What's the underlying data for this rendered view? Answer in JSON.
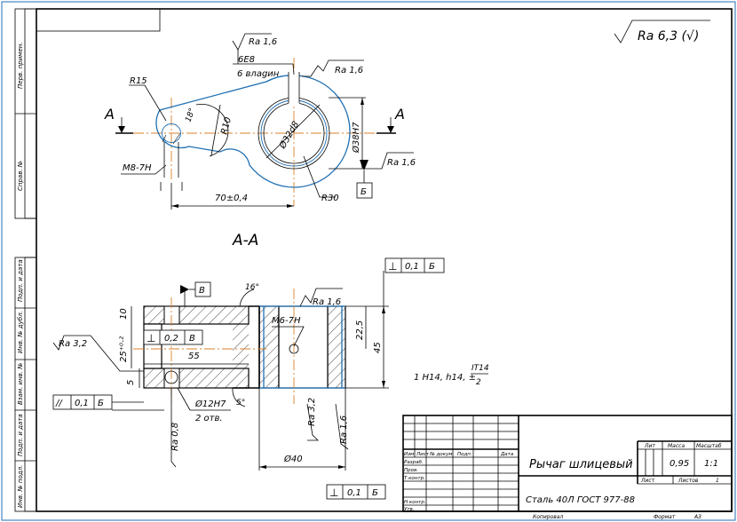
{
  "roughness": {
    "general": "Ra 6,3 (√)",
    "r1": "Ra 1,6",
    "r2": "Ra 1,6",
    "r3": "Ra 1,6",
    "r4": "Ra 3,2",
    "r5": "Ra 1,6",
    "r6": "Ra 3,2",
    "r7": "Ra 0,8",
    "r8": "Ra 1,6"
  },
  "spline": {
    "fit": "6E8",
    "slots": "6 влаgин"
  },
  "dims_top": {
    "r15": "R15",
    "r10": "R10",
    "r30": "R30",
    "angle": "18°",
    "thread": "M8-7H",
    "length": "70±0,4",
    "d_inner": "Ø32d8",
    "d_outer": "Ø38H7"
  },
  "section": {
    "marker": "A",
    "title": "А-А"
  },
  "datums": {
    "b": "Б",
    "v": "В"
  },
  "frames": {
    "f1": {
      "sym": "⊥",
      "tol": "0,1",
      "datum": "Б"
    },
    "f2": {
      "sym": "⊥",
      "tol": "0,2",
      "datum": "В"
    },
    "f3": {
      "sym": "//",
      "tol": "0,1",
      "datum": "Б"
    },
    "f4": {
      "sym": "⊥",
      "tol": "0,1",
      "datum": "Б"
    }
  },
  "dims_section": {
    "d10": "10",
    "d25": "25⁺⁰·²",
    "d55": "55",
    "d5": "5",
    "d22": "22,5",
    "d45": "45",
    "m6": "M6-7H",
    "angle16": "16°",
    "angle5": "5°",
    "bore": "Ø12H7",
    "bore_count": "2 отв.",
    "d40": "Ø40"
  },
  "note": {
    "text": "1 H14, h14, ±",
    "num": "IT14",
    "den": "2"
  },
  "stamp_labels": {
    "izm": "Изм",
    "list": "Лист",
    "ndoc": "№ докум.",
    "podp": "Подп.",
    "data": "Дата",
    "razrab": "Разраб.",
    "prov": "Пров.",
    "tkontr": "Т.контр.",
    "nkontr": "Н.контр.",
    "utv": "Утв.",
    "lit": "Лит",
    "massa": "Масса",
    "masshtab": "Масштаб",
    "listr": "Лист",
    "listov": "Листов"
  },
  "stamp": {
    "title": "Рычаг шлицевый",
    "material": "Сталь 40Л ГОСТ 977-88",
    "mass": "0,95",
    "scale": "1:1",
    "listov": "1",
    "copied": "Копировал",
    "format_label": "Формат",
    "format": "A3"
  },
  "side_labels": {
    "perv": "Перв. примен.",
    "sprav": "Справ. №",
    "podp_data1": "Подп. и дата",
    "inv_dubl": "Инв. № дубл.",
    "vzam": "Взам. инв. №",
    "podp_data2": "Подп. и дата",
    "inv_podl": "Инв. № подл."
  }
}
